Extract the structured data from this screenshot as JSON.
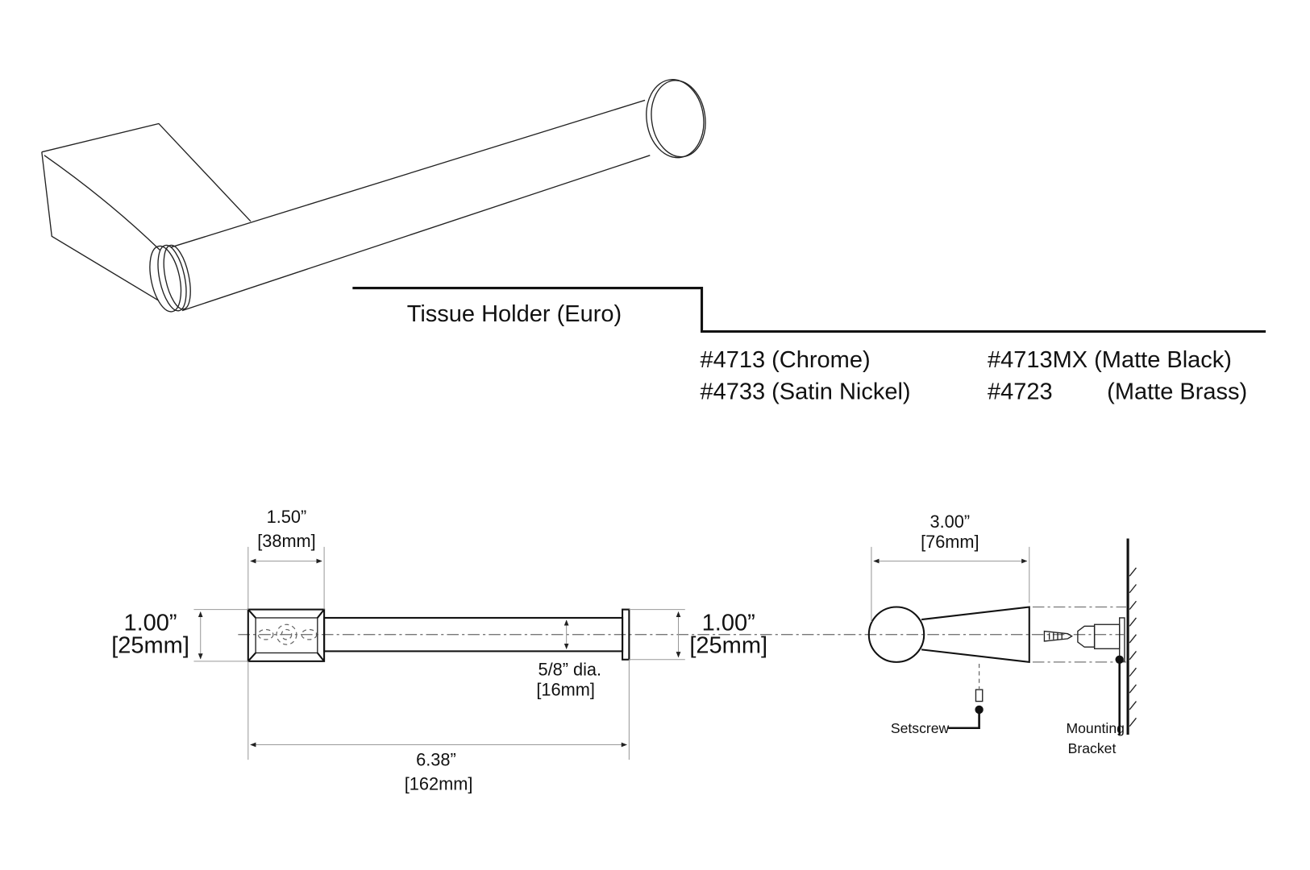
{
  "title": "Tissue Holder (Euro)",
  "variants": [
    {
      "sku": "#4713",
      "finish": "(Chrome)",
      "label": "#4713 (Chrome)"
    },
    {
      "sku": "#4733",
      "finish": "(Satin Nickel)",
      "label": "#4733 (Satin Nickel)"
    },
    {
      "sku": "#4713MX",
      "finish": "(Matte Black)",
      "label": "#4713MX (Matte Black)"
    },
    {
      "sku": "#4723",
      "finish": "(Matte Brass)"
    }
  ],
  "dimensions": {
    "base_width": {
      "in": "1.50”",
      "mm": "[38mm]"
    },
    "base_height": {
      "in": "1.00”",
      "mm": "[25mm]"
    },
    "rod_diameter": {
      "in": "5/8” dia.",
      "mm": "[16mm]"
    },
    "flange_height": {
      "in": "1.00”",
      "mm": "[25mm]"
    },
    "overall_length": {
      "in": "6.38”",
      "mm": "[162mm]"
    },
    "projection": {
      "in": "3.00”",
      "mm": "[76mm]"
    }
  },
  "callouts": {
    "setscrew": "Setscrew",
    "bracket_line1": "Mounting",
    "bracket_line2": "Bracket"
  }
}
